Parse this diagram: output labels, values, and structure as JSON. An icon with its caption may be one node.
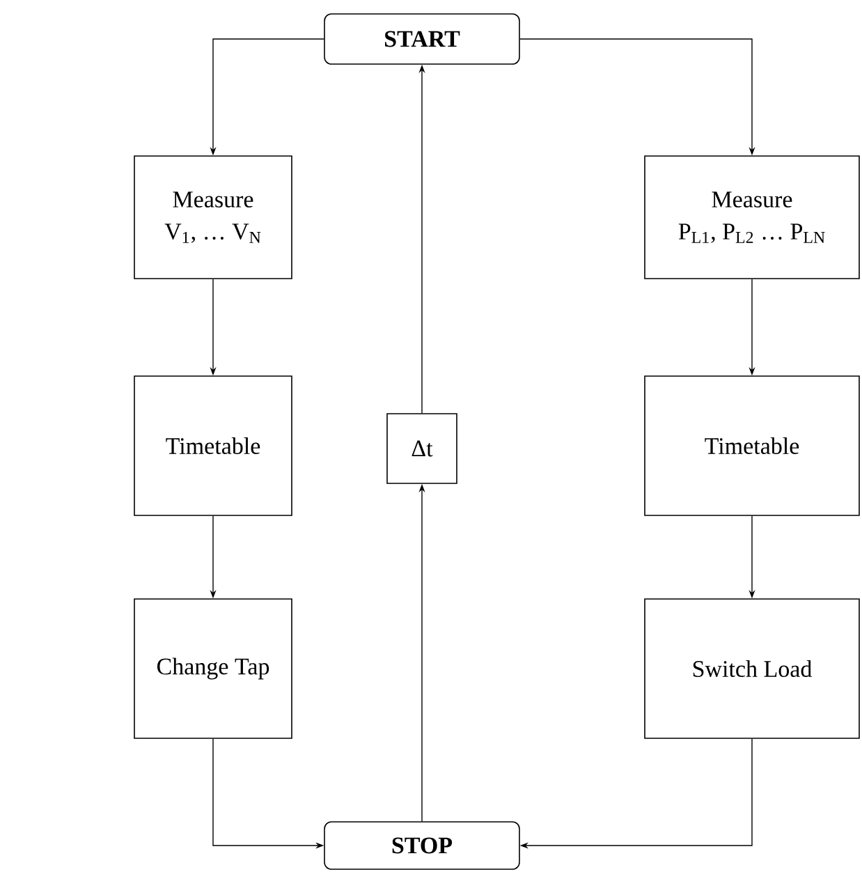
{
  "diagram": {
    "nodes": [
      {
        "text": [
          "START"
        ]
      },
      {
        "text": [
          "Measure",
          "V$_{1}$, … V$_{N}$"
        ]
      },
      {
        "text": [
          "Timetable"
        ]
      },
      {
        "text": [
          "Change Tap"
        ]
      },
      {
        "text": [
          "Δt"
        ]
      },
      {
        "text": [
          "Measure",
          "P$_{L1}$, P$_{L2}$ … P$_{LN}$"
        ]
      },
      {
        "text": [
          "Timetable"
        ]
      },
      {
        "text": [
          "Switch Load"
        ]
      },
      {
        "text": [
          "STOP"
        ]
      }
    ],
    "edges": [
      {
        "from": 0,
        "to": 1,
        "arrow": "to"
      },
      {
        "from": 1,
        "to": 2,
        "arrow": "to"
      },
      {
        "from": 2,
        "to": 3,
        "arrow": "to"
      },
      {
        "from": 3,
        "to": 8,
        "arrow": "to"
      },
      {
        "from": 8,
        "to": 4,
        "arrow": "to"
      },
      {
        "from": 4,
        "to": 0,
        "arrow": "to"
      },
      {
        "from": 0,
        "to": 5,
        "arrow": "to"
      },
      {
        "from": 5,
        "to": 6,
        "arrow": "to"
      },
      {
        "from": 6,
        "to": 7,
        "arrow": "to"
      },
      {
        "from": 7,
        "to": 8,
        "arrow": "to"
      }
    ]
  }
}
